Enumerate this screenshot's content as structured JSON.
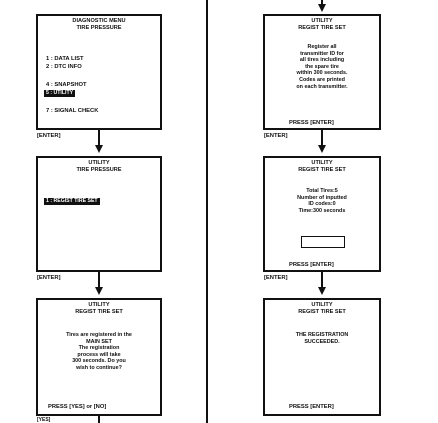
{
  "left": {
    "screen1": {
      "title1": "DIAGNOSTIC MENU",
      "title2": "TIRE PRESSURE",
      "items": [
        "1 : DATA LIST",
        "2 : DTC INFO",
        "4 : SNAPSHOT",
        "5 : UTILITY",
        "7 : SIGNAL CHECK"
      ],
      "highlight_index": 3
    },
    "enter1": "[ENTER]",
    "screen2": {
      "title1": "UTILITY",
      "title2": "TIRE PRESSURE",
      "item": "1 : REGIST TIRE SET"
    },
    "enter2": "[ENTER]",
    "screen3": {
      "title1": "UTILITY",
      "title2": "REGIST TIRE SET",
      "body": [
        "Tires are registered in the",
        "MAIN SET",
        "The registration",
        "process will take",
        "300 seconds. Do you",
        "wish to continue?"
      ],
      "press": "PRESS [YES] or [NO]"
    },
    "yes": "[YES]"
  },
  "right": {
    "screen1": {
      "title1": "UTILITY",
      "title2": "REGIST TIRE SET",
      "body": [
        "Register all",
        "transmitter ID for",
        "all tires including",
        "the spare tire",
        "within 300 seconds.",
        "Codes are printed",
        "on each transmitter."
      ],
      "press": "PRESS [ENTER]"
    },
    "enter1": "[ENTER]",
    "screen2": {
      "title1": "UTILITY",
      "title2": "REGIST TIRE SET",
      "body": [
        "Total Tires:5",
        "Number of inputted",
        "ID codes:0",
        "Time:300 seconds"
      ],
      "press": "PRESS [ENTER]"
    },
    "enter2": "[ENTER]",
    "screen3": {
      "title1": "UTILITY",
      "title2": "REGIST TIRE SET",
      "body": [
        "THE REGISTRATION",
        "SUCCEEDED."
      ],
      "press": "PRESS [ENTER]"
    }
  }
}
